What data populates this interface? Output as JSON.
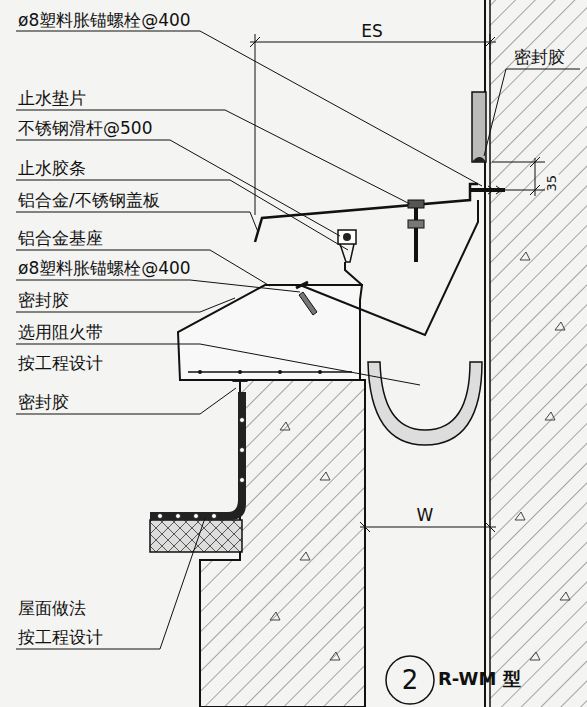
{
  "diagram": {
    "labels": [
      "ø8塑料胀锚螺栓@400",
      "密封胶",
      "止水垫片",
      "不锈钢滑杆@500",
      "止水胶条",
      "铝合金/不锈钢盖板",
      "铝合金基座",
      "ø8塑料胀锚螺栓@400",
      "密封胶",
      "选用阻火带",
      "按工程设计",
      "密封胶",
      "屋面做法",
      "按工程设计",
      "ES",
      "35",
      "W",
      "2",
      "R-WM 型"
    ]
  }
}
